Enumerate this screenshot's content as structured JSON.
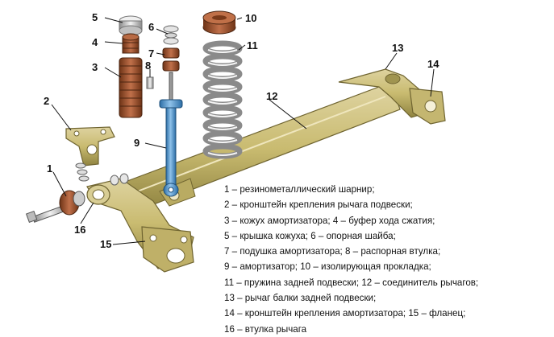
{
  "callouts": [
    "1",
    "2",
    "3",
    "4",
    "5",
    "6",
    "7",
    "8",
    "9",
    "10",
    "11",
    "12",
    "13",
    "14",
    "15",
    "16"
  ],
  "legend": [
    "1 – резинометаллический шарнир;",
    "2 – кронштейн крепления рычага подвески;",
    "3 – кожух амортизатора; 4 – буфер хода сжатия;",
    "5 – крышка кожуха; 6 – опорная шайба;",
    "7 – подушка амортизатора; 8 – распорная втулка;",
    "9 – амортизатор; 10 – изолирующая прокладка;",
    "11 – пружина задней подвески; 12 – соединитель рычагов;",
    "13 – рычаг балки задней подвески;",
    "14 – кронштейн крепления амортизатора; 15 – фланец;",
    "16 – втулка рычага"
  ],
  "colors": {
    "beam": "#cdc07a",
    "beam_dark": "#8f8340",
    "rubber": "#a0522d",
    "shock": "#4a8fc4",
    "spring": "#c8c8c8"
  }
}
